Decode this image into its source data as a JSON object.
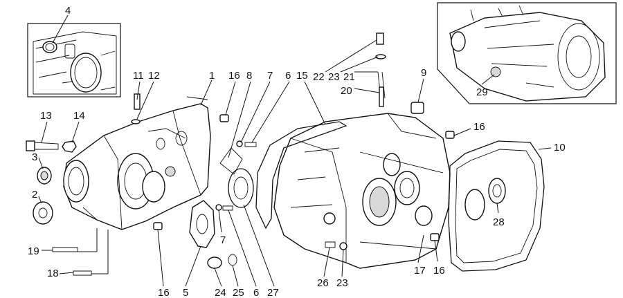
{
  "diagram": {
    "callouts": [
      {
        "id": "c4-inset",
        "text": "4"
      },
      {
        "id": "c11",
        "text": "11"
      },
      {
        "id": "c12",
        "text": "12"
      },
      {
        "id": "c1",
        "text": "1"
      },
      {
        "id": "c16a",
        "text": "16"
      },
      {
        "id": "c8",
        "text": "8"
      },
      {
        "id": "c7a",
        "text": "7"
      },
      {
        "id": "c6a",
        "text": "6"
      },
      {
        "id": "c15",
        "text": "15"
      },
      {
        "id": "c22",
        "text": "22"
      },
      {
        "id": "c23a",
        "text": "23"
      },
      {
        "id": "c21",
        "text": "21"
      },
      {
        "id": "c20",
        "text": "20"
      },
      {
        "id": "c9",
        "text": "9"
      },
      {
        "id": "c29",
        "text": "29"
      },
      {
        "id": "c13",
        "text": "13"
      },
      {
        "id": "c14",
        "text": "14"
      },
      {
        "id": "c3",
        "text": "3"
      },
      {
        "id": "c2",
        "text": "2"
      },
      {
        "id": "c16b",
        "text": "16"
      },
      {
        "id": "c10",
        "text": "10"
      },
      {
        "id": "c28",
        "text": "28"
      },
      {
        "id": "c19",
        "text": "19"
      },
      {
        "id": "c18",
        "text": "18"
      },
      {
        "id": "c7b",
        "text": "7"
      },
      {
        "id": "c16c",
        "text": "16"
      },
      {
        "id": "c5",
        "text": "5"
      },
      {
        "id": "c24",
        "text": "24"
      },
      {
        "id": "c25",
        "text": "25"
      },
      {
        "id": "c6b",
        "text": "6"
      },
      {
        "id": "c27",
        "text": "27"
      },
      {
        "id": "c26",
        "text": "26"
      },
      {
        "id": "c23b",
        "text": "23"
      },
      {
        "id": "c17",
        "text": "17"
      },
      {
        "id": "c16d",
        "text": "16"
      }
    ]
  }
}
